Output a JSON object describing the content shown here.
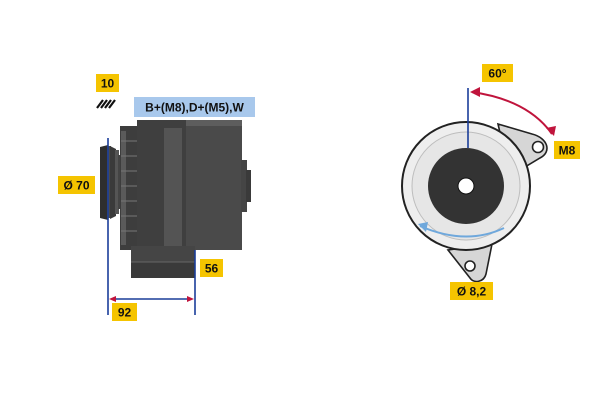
{
  "side_view": {
    "groove_count": "10",
    "terminals": "B+(M8),D+(M5),W",
    "pulley_diameter": "Ø 70",
    "mount_length": "56",
    "overall_length": "92"
  },
  "front_view": {
    "angle": "60°",
    "thread": "M8",
    "hole_diameter": "Ø 8,2"
  },
  "colors": {
    "label_bg": "#f5c400",
    "terminal_bg": "#a8c8ec",
    "dimension_line": "#1a3d99",
    "arrow": "#c0143c",
    "rotation_arrow": "#6fa8dc",
    "body_dark": "#3a3a3a",
    "body_light": "#e9e9e9",
    "hub": "#333333"
  }
}
